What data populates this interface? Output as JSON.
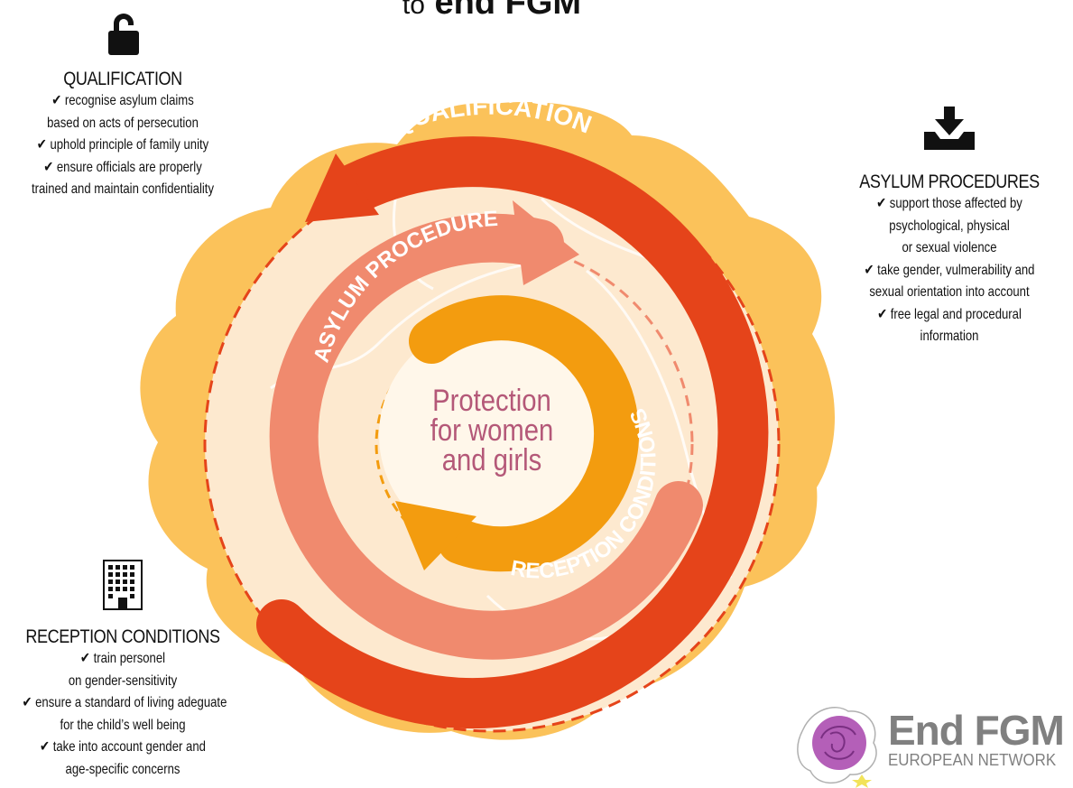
{
  "header": {
    "title_prefix": "to",
    "title_bold": "end FGM"
  },
  "diagram": {
    "center_text": [
      "Protection",
      "for women",
      "and girls"
    ],
    "rings": {
      "outer": {
        "label": "QUALIFICATION",
        "color": "#e5441a"
      },
      "middle": {
        "label": "ASYLUM PROCEDURES",
        "color": "#f08a6e"
      },
      "inner": {
        "label": "RECEPTION CONDITIONS",
        "color": "#f39c0f"
      }
    },
    "colors": {
      "flower": "#fbc25a",
      "disc": "#fde9cf",
      "center_text": "#b45878"
    }
  },
  "panels": {
    "qualification": {
      "icon": "unlock-icon",
      "heading": "QUALIFICATION",
      "items": [
        "✔ recognise asylum claims",
        "based on acts of persecution",
        "✔ uphold principle of family unity",
        "✔ ensure officials are properly",
        "trained and maintain confidentiality"
      ]
    },
    "asylum": {
      "icon": "inbox-download-icon",
      "heading": "ASYLUM PROCEDURES",
      "items": [
        "✔ support those affected by",
        "psychological, physical",
        "or sexual violence",
        "✔ take gender, vulmerability and",
        "sexual orientation into account",
        "✔ free legal and procedural",
        "information"
      ]
    },
    "reception": {
      "icon": "building-icon",
      "heading": "RECEPTION CONDITIONS",
      "items": [
        "✔ train personel",
        "on gender-sensitivity",
        "✔ ensure a standard of living adeguate",
        "for the child’s well being",
        "✔ take into account gender and",
        "age-specific concerns"
      ]
    }
  },
  "logo": {
    "line1": "End FGM",
    "line2": "EUROPEAN NETWORK",
    "icon": "rose-icon"
  }
}
